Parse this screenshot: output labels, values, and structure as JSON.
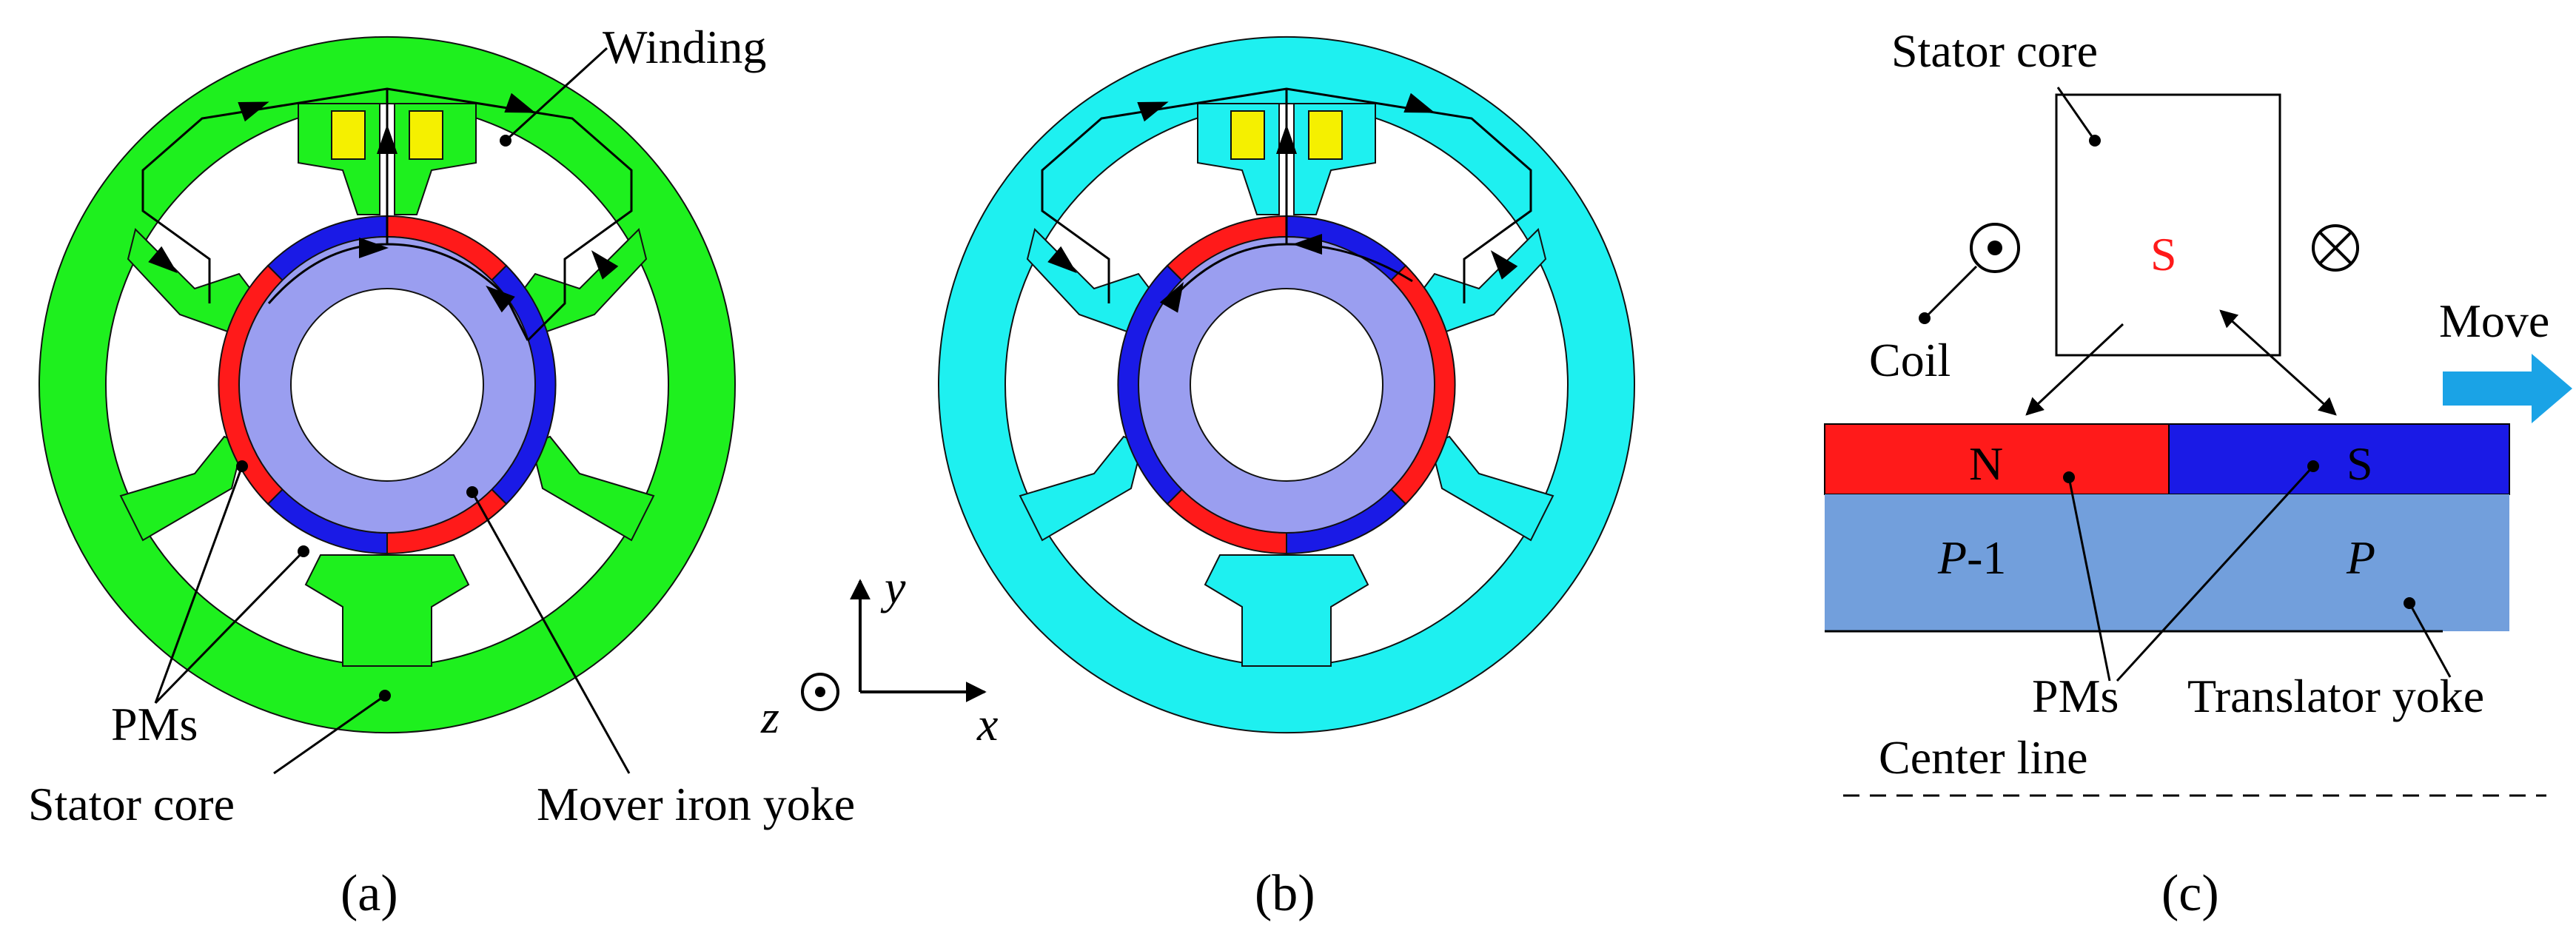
{
  "panel_a": {
    "labels": {
      "winding": "Winding",
      "pms": "PMs",
      "stator_core": "Stator core",
      "mover_iron_yoke": "Mover iron yoke"
    },
    "caption": "(a)",
    "stator_color": "#1ef01e"
  },
  "axes": {
    "y": "y",
    "z": "z",
    "x": "x"
  },
  "panel_b": {
    "caption": "(b)",
    "stator_color": "#1ef0f0"
  },
  "panel_c": {
    "labels": {
      "stator_core": "Stator core",
      "s_pole": "S",
      "coil": "Coil",
      "move": "Move",
      "n_magnet": "N",
      "s_magnet": "S",
      "p_minus_1": "-1",
      "p_minus_1_var": "P",
      "p": "P",
      "pms": "PMs",
      "translator_yoke": "Translator yoke",
      "center_line": "Center line"
    },
    "caption": "(c)"
  },
  "colors": {
    "pm_red": "#ff1a1a",
    "pm_blue": "#1a1ae6",
    "mover_yoke": "#9a9ef0",
    "winding_yellow": "#f5f000",
    "translator_yoke": "#729fdc",
    "move_arrow": "#1aa3e6"
  }
}
